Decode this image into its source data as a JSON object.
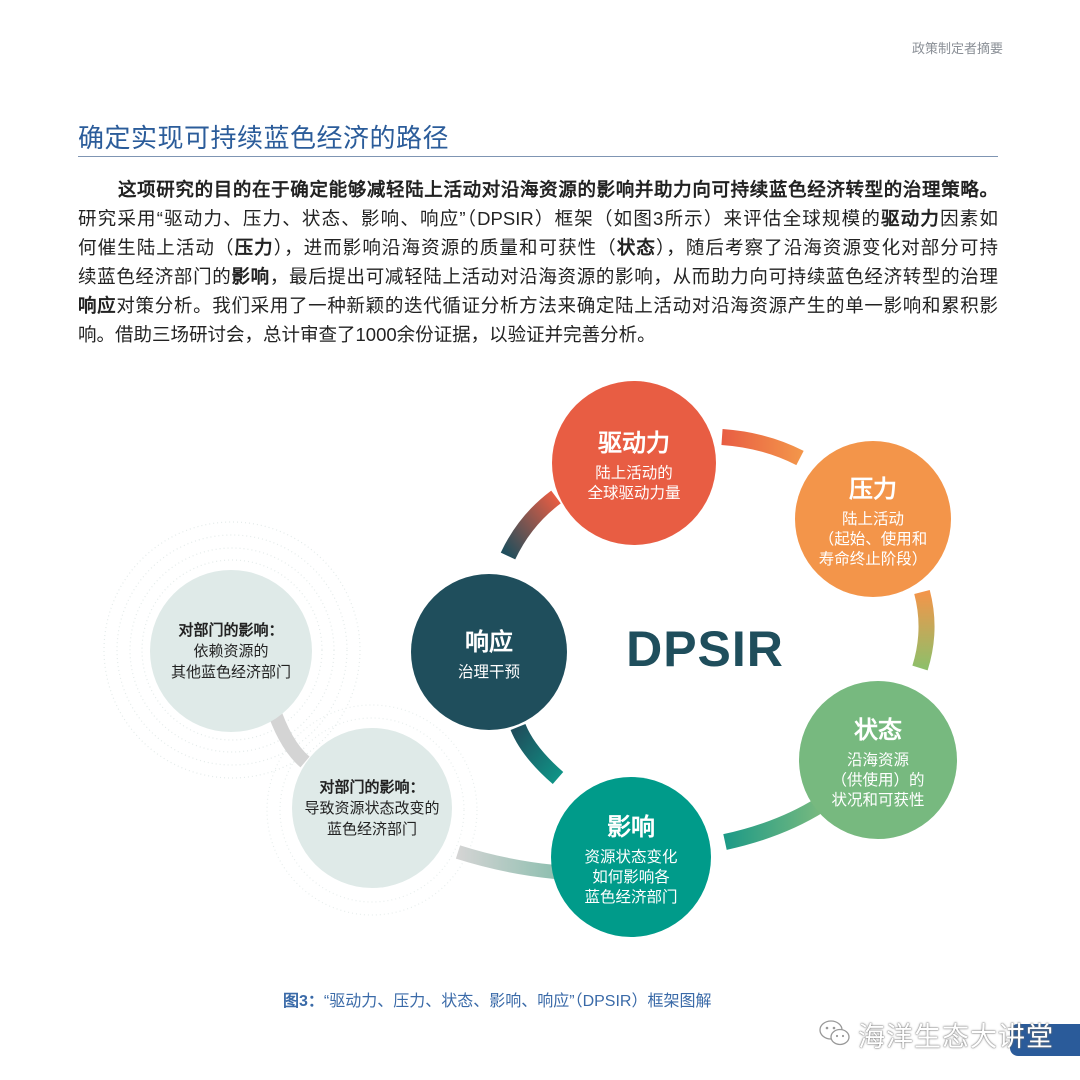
{
  "header": {
    "section_label": "政策制定者摘要"
  },
  "title": "确定实现可持续蓝色经济的路径",
  "paragraph_lines": [
    [
      {
        "t": "这项研究的目的在于确定能够减轻陆上活动对沿海资源的影响并助力向可持续蓝色经济转型的治理策略。",
        "b": true
      }
    ],
    [
      {
        "t": "研究采用“驱动力、压力、状态、影响、响应”（DPSIR）框架（如图3所示）来评估全球规模的",
        "b": false
      },
      {
        "t": "驱动力",
        "b": true
      },
      {
        "t": "因素如",
        "b": false
      }
    ],
    [
      {
        "t": "何催生陆上活动（",
        "b": false
      },
      {
        "t": "压力",
        "b": true
      },
      {
        "t": "），进而影响沿海资源的质量和可获性（",
        "b": false
      },
      {
        "t": "状态",
        "b": true
      },
      {
        "t": "），随后考察了沿海资源变化对部分可持",
        "b": false
      }
    ],
    [
      {
        "t": "续蓝色经济部门的",
        "b": false
      },
      {
        "t": "影响",
        "b": true
      },
      {
        "t": "，最后提出可减轻陆上活动对沿海资源的影响，从而助力向可持续蓝色经济转型的治理",
        "b": false
      }
    ],
    [
      {
        "t": "响应",
        "b": true
      },
      {
        "t": "对策分析。我们采用了一种新颖的迭代循证分析方法来确定陆上活动对沿海资源产生的单一影响和累积影",
        "b": false
      }
    ],
    [
      {
        "t": "响。借助三场研讨会，总计审查了1000余份证据，以验证并完善分析。",
        "b": false
      }
    ]
  ],
  "diagram": {
    "center_label": "DPSIR",
    "nodes": {
      "driver": {
        "title": "驱动力",
        "lines": [
          "陆上活动的",
          "全球驱动力量"
        ],
        "color": "#e85d43"
      },
      "pressure": {
        "title": "压力",
        "lines": [
          "陆上活动",
          "（起始、使用和",
          "寿命终止阶段）"
        ],
        "color": "#f3954a"
      },
      "state": {
        "title": "状态",
        "lines": [
          "沿海资源",
          "（供使用）的",
          "状况和可获性"
        ],
        "color": "#77b97f"
      },
      "impact": {
        "title": "影响",
        "lines": [
          "资源状态变化",
          "如何影响各",
          "蓝色经济部门"
        ],
        "color": "#009b8a"
      },
      "response": {
        "title": "响应",
        "lines": [
          "治理干预"
        ],
        "color": "#1f4e5c"
      }
    },
    "sector_nodes": [
      {
        "title": "对部门的影响：",
        "lines": [
          "依赖资源的",
          "其他蓝色经济部门"
        ]
      },
      {
        "title": "对部门的影响：",
        "lines": [
          "导致资源状态改变的",
          "蓝色经济部门"
        ]
      }
    ]
  },
  "caption": {
    "label": "图3：",
    "text": "“驱动力、压力、状态、影响、响应”（DPSIR）框架图解"
  },
  "watermark": {
    "text": "海洋生态大讲堂",
    "icon": "wechat-icon",
    "color": "#2a5b9a"
  }
}
